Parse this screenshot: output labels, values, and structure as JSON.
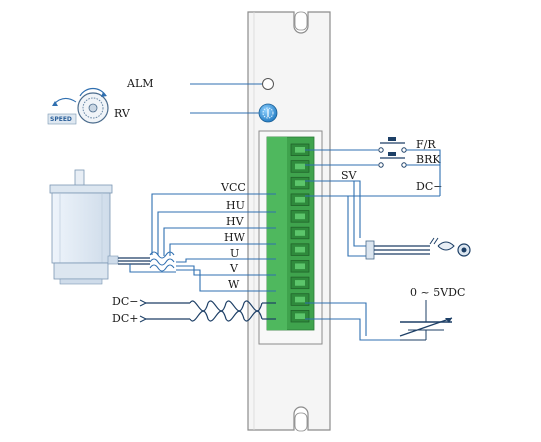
{
  "diagram": {
    "left_labels": {
      "alm": "ALM",
      "rv": "RV",
      "vcc": "VCC",
      "hu": "HU",
      "hv": "HV",
      "hw": "HW",
      "u": "U",
      "v": "V",
      "w": "W",
      "dc_minus": "DC−",
      "dc_plus": "DC+"
    },
    "right_labels": {
      "fr": "F/R",
      "brk": "BRK",
      "sv": "SV",
      "dc_minus": "DC−",
      "voltage_range": "0 ~ 5VDC"
    },
    "knob_label": "SPEED",
    "colors": {
      "wire": "#2f6fb0",
      "terminal_green": "#3fa34d",
      "driver_body": "#f4f4f4",
      "driver_edge": "#9a9a9a",
      "potentiometer": "#2f8fd0"
    },
    "terminal_count": 11
  }
}
